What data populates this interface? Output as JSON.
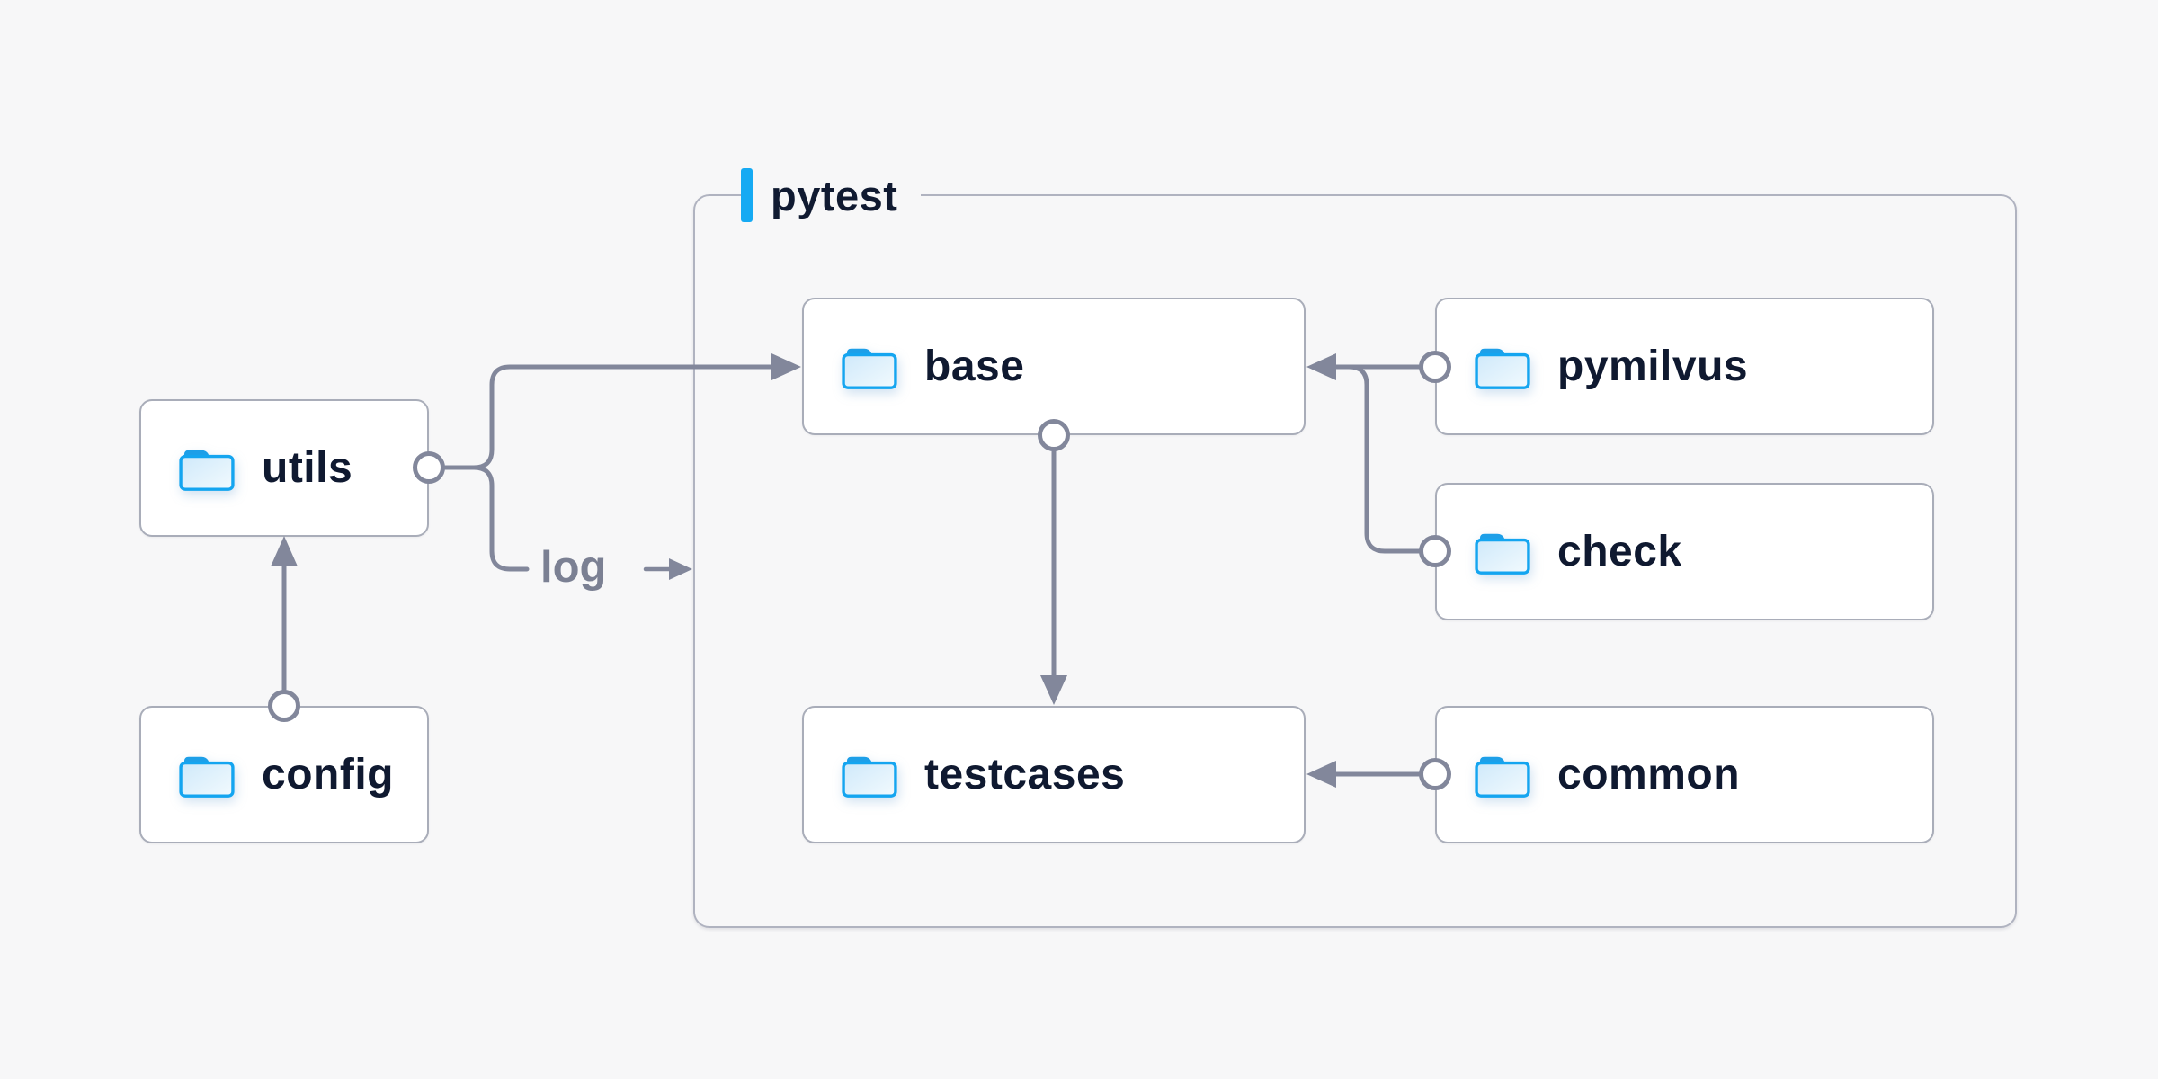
{
  "page": {
    "background_color": "#f7f7f8",
    "accent_color": "#16aaf3",
    "line_color": "#82879b",
    "text_color": "#0f1930",
    "muted_text_color": "#7b8093"
  },
  "diagram": {
    "container": {
      "label": "pytest"
    },
    "nodes": {
      "utils": {
        "label": "utils",
        "icon": "folder-icon",
        "inside_container": false
      },
      "config": {
        "label": "config",
        "icon": "folder-icon",
        "inside_container": false
      },
      "base": {
        "label": "base",
        "icon": "folder-icon",
        "inside_container": true
      },
      "pymilvus": {
        "label": "pymilvus",
        "icon": "folder-icon",
        "inside_container": true
      },
      "check": {
        "label": "check",
        "icon": "folder-icon",
        "inside_container": true
      },
      "testcases": {
        "label": "testcases",
        "icon": "folder-icon",
        "inside_container": true
      },
      "common": {
        "label": "common",
        "icon": "folder-icon",
        "inside_container": true
      }
    },
    "edges": [
      {
        "from": "config",
        "to": "utils",
        "style": "arrow"
      },
      {
        "from": "utils",
        "to": "base",
        "style": "arrow"
      },
      {
        "from": "utils",
        "to": "pytest-container",
        "style": "arrow",
        "label": "log"
      },
      {
        "from": "pymilvus",
        "to": "base",
        "style": "arrow"
      },
      {
        "from": "check",
        "to": "base",
        "style": "arrow"
      },
      {
        "from": "base",
        "to": "testcases",
        "style": "arrow"
      },
      {
        "from": "common",
        "to": "testcases",
        "style": "arrow"
      }
    ],
    "edge_label": "log"
  }
}
